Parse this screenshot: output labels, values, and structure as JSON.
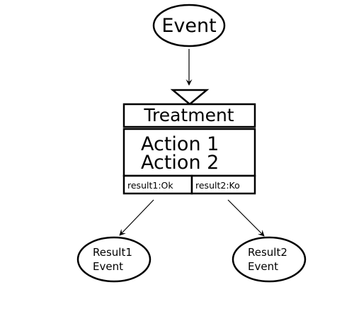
{
  "diagram": {
    "input_event": "Event",
    "treatment": {
      "title": "Treatment",
      "actions": [
        "Action 1",
        "Action 2"
      ],
      "results": [
        "result1:Ok",
        "result2:Ko"
      ]
    },
    "outputs": [
      {
        "line1": "Result1",
        "line2": "Event"
      },
      {
        "line1": "Result2",
        "line2": "Event"
      }
    ]
  }
}
